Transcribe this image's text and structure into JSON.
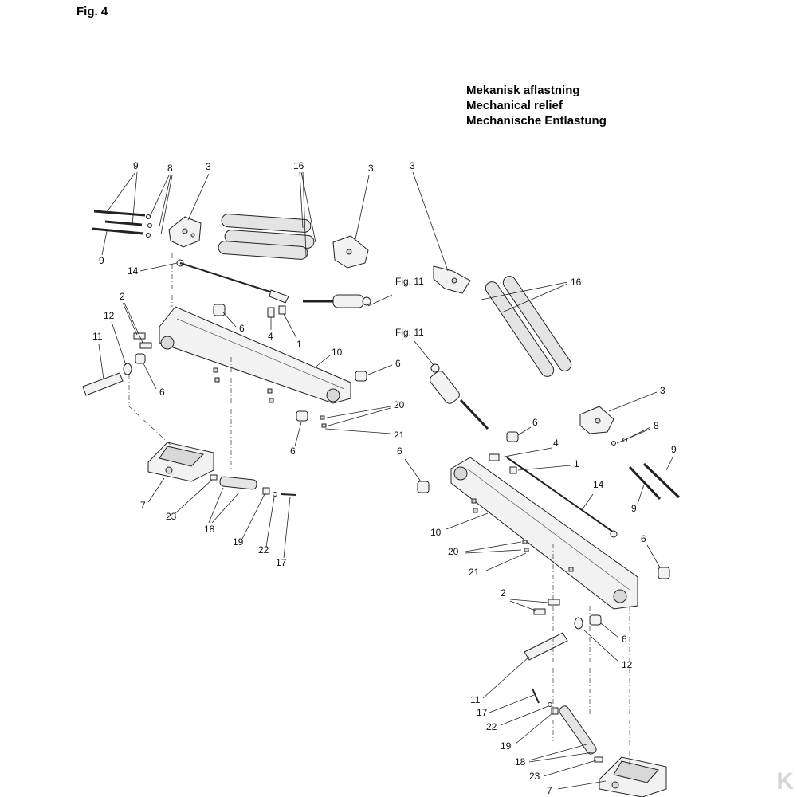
{
  "figure": {
    "title": "Fig. 4",
    "headings": [
      "Mekanisk aflastning",
      "Mechanical relief",
      "Mechanische Entlastung"
    ],
    "fig_refs": [
      "Fig. 11",
      "Fig. 11"
    ]
  },
  "callouts_left": [
    "9",
    "8",
    "3",
    "16",
    "3",
    "9",
    "14",
    "2",
    "12",
    "6",
    "4",
    "1",
    "11",
    "10",
    "6",
    "6",
    "20",
    "21",
    "6",
    "7",
    "23",
    "18",
    "19",
    "22",
    "17"
  ],
  "callouts_right": [
    "3",
    "16",
    "3",
    "8",
    "9",
    "9",
    "6",
    "4",
    "1",
    "6",
    "14",
    "10",
    "20",
    "21",
    "6",
    "2",
    "6",
    "12",
    "11",
    "17",
    "22",
    "19",
    "18",
    "23",
    "7"
  ],
  "watermark": "K"
}
